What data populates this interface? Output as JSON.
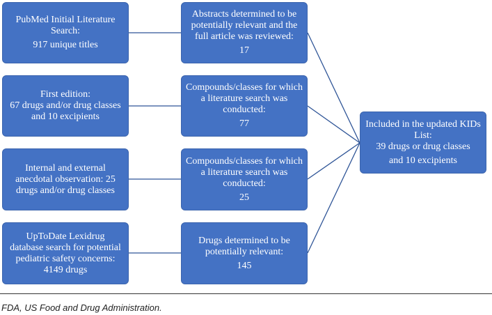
{
  "left_boxes": [
    {
      "lines": [
        "PubMed Initial Literature",
        "Search:"
      ],
      "count": "917 unique titles"
    },
    {
      "lines": [
        "First edition:",
        "67 drugs and/or drug classes",
        "and 10 excipients"
      ],
      "count": ""
    },
    {
      "lines": [
        "Internal and external",
        "anecdotal observation: 25",
        "drugs and/or drug classes"
      ],
      "count": ""
    },
    {
      "lines": [
        "UpToDate Lexidrug",
        "database search for potential",
        "pediatric safety concerns:",
        "4149 drugs"
      ],
      "count": ""
    }
  ],
  "middle_boxes": [
    {
      "lines": [
        "Abstracts determined to be",
        "potentially relevant and the",
        "full article was reviewed:"
      ],
      "count": "17"
    },
    {
      "lines": [
        "Compounds/classes for which",
        "a literature search was",
        "conducted:"
      ],
      "count": "77"
    },
    {
      "lines": [
        "Compounds/classes for which",
        "a literature search was",
        "conducted:"
      ],
      "count": "25"
    },
    {
      "lines": [
        "Drugs determined to be",
        "potentially relevant:"
      ],
      "count": "145"
    }
  ],
  "result_box": {
    "lines": [
      "Included in the updated KIDs",
      "List:",
      "39 drugs or drug classes"
    ],
    "count": "and 10 excipients"
  },
  "footnote": "FDA, US Food and Drug Administration.",
  "colors": {
    "box_fill": "#4472c4",
    "box_text": "#ffffff",
    "connector": "#2f5597"
  }
}
